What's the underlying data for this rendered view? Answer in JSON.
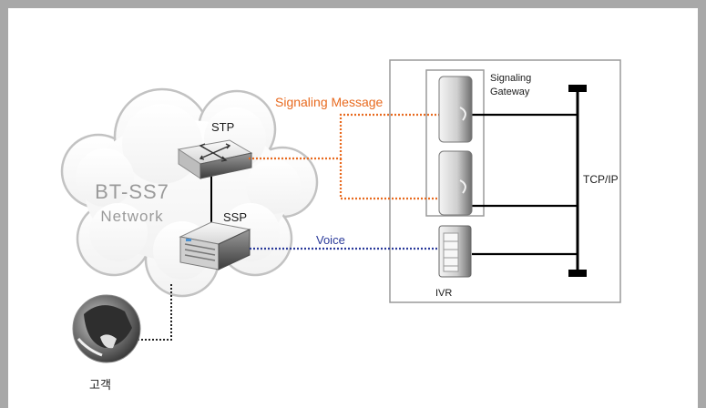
{
  "network": {
    "name": "BT-SS7",
    "sub": "Network"
  },
  "nodes": {
    "stp": "STP",
    "ssp": "SSP",
    "ivr": "IVR",
    "customer": "고객"
  },
  "gateway": {
    "line1": "Signaling",
    "line2": "Gateway"
  },
  "links": {
    "signaling": "Signaling Message",
    "voice": "Voice",
    "bus": "TCP/IP"
  },
  "colors": {
    "signaling": "#e86a1f",
    "voice": "#2a3a9a",
    "frame": "#a8a8a8"
  },
  "icons": [
    "cloud-icon",
    "stp-router-icon",
    "ssp-switch-icon",
    "server-icon",
    "ivr-icon",
    "customer-phone-photo"
  ]
}
